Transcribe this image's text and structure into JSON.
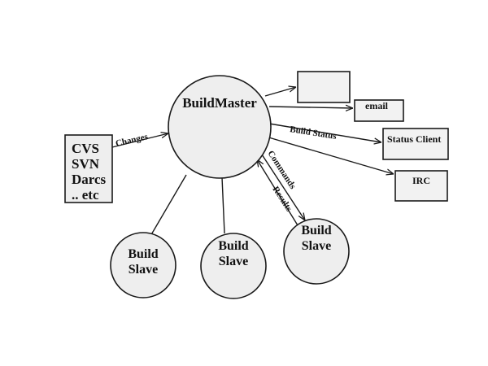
{
  "nodes": {
    "master": {
      "label": "BuildMaster"
    },
    "vcs": {
      "lines": [
        "CVS",
        "SVN",
        "Darcs",
        ".. etc"
      ]
    },
    "slaves": [
      {
        "line1": "Build",
        "line2": "Slave"
      },
      {
        "line1": "Build",
        "line2": "Slave"
      },
      {
        "line1": "Build",
        "line2": "Slave"
      }
    ],
    "outputs": {
      "blank": "",
      "email": "email",
      "status_client": "Status Client",
      "irc": "IRC"
    }
  },
  "edges": {
    "changes": "Changes",
    "build_status": "Build Status",
    "commands": "Commands",
    "results": "Results"
  },
  "colors": {
    "stroke": "#1a1a1a",
    "fill": "#eeeeee"
  }
}
